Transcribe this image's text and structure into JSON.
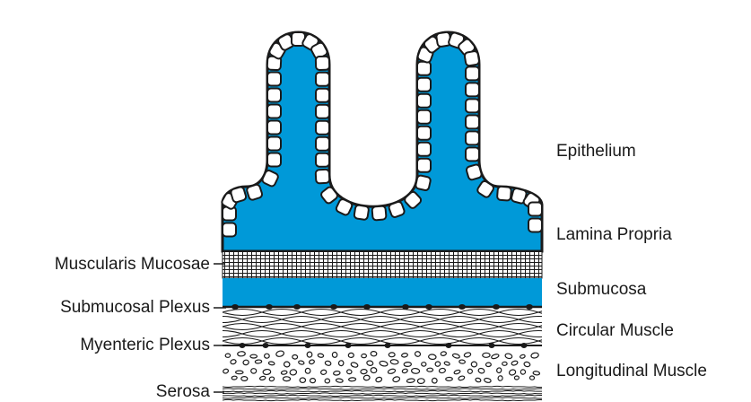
{
  "diagram": {
    "colors": {
      "tissue_fill": "#0099d8",
      "outline": "#1a1a1a",
      "background": "#ffffff"
    },
    "labels_right": {
      "epithelium": "Epithelium",
      "lamina_propria": "Lamina Propria",
      "submucosa": "Submucosa",
      "circular_muscle": "Circular Muscle",
      "longitudinal_muscle": "Longitudinal Muscle"
    },
    "labels_left": {
      "muscularis_mucosae": "Muscularis Mucosae",
      "submucosal_plexus": "Submucosal Plexus",
      "myenteric_plexus": "Myenteric Plexus",
      "serosa": "Serosa"
    }
  }
}
